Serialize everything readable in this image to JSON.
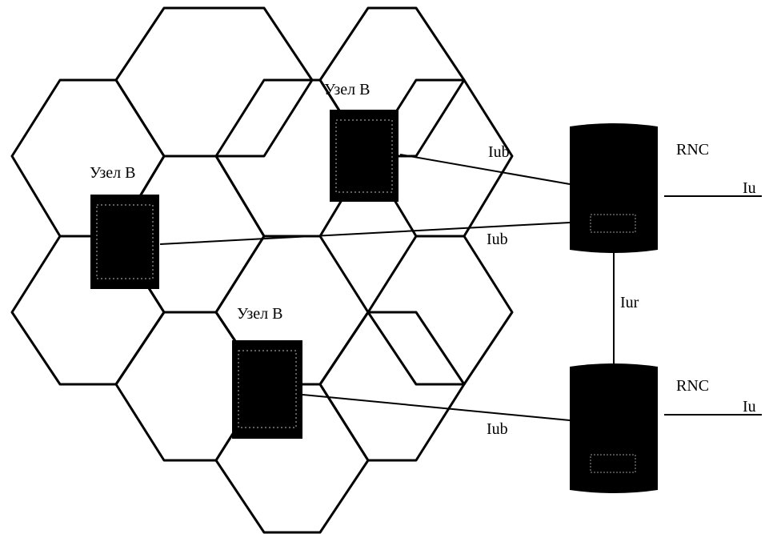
{
  "colors": {
    "line": "#000000",
    "equipment": "#000000",
    "background": "#ffffff"
  },
  "nodes": [
    {
      "id": "node-b-top",
      "label": "Узел В"
    },
    {
      "id": "node-b-left",
      "label": "Узел В"
    },
    {
      "id": "node-b-bottom",
      "label": "Узел В"
    }
  ],
  "rncs": [
    {
      "id": "rnc-top",
      "label": "RNC",
      "iu_label": "Iu"
    },
    {
      "id": "rnc-bottom",
      "label": "RNC",
      "iu_label": "Iu"
    }
  ],
  "links": {
    "iub_top": "Iub",
    "iub_middle": "Iub",
    "iub_bottom": "Iub",
    "iur": "Iur"
  }
}
